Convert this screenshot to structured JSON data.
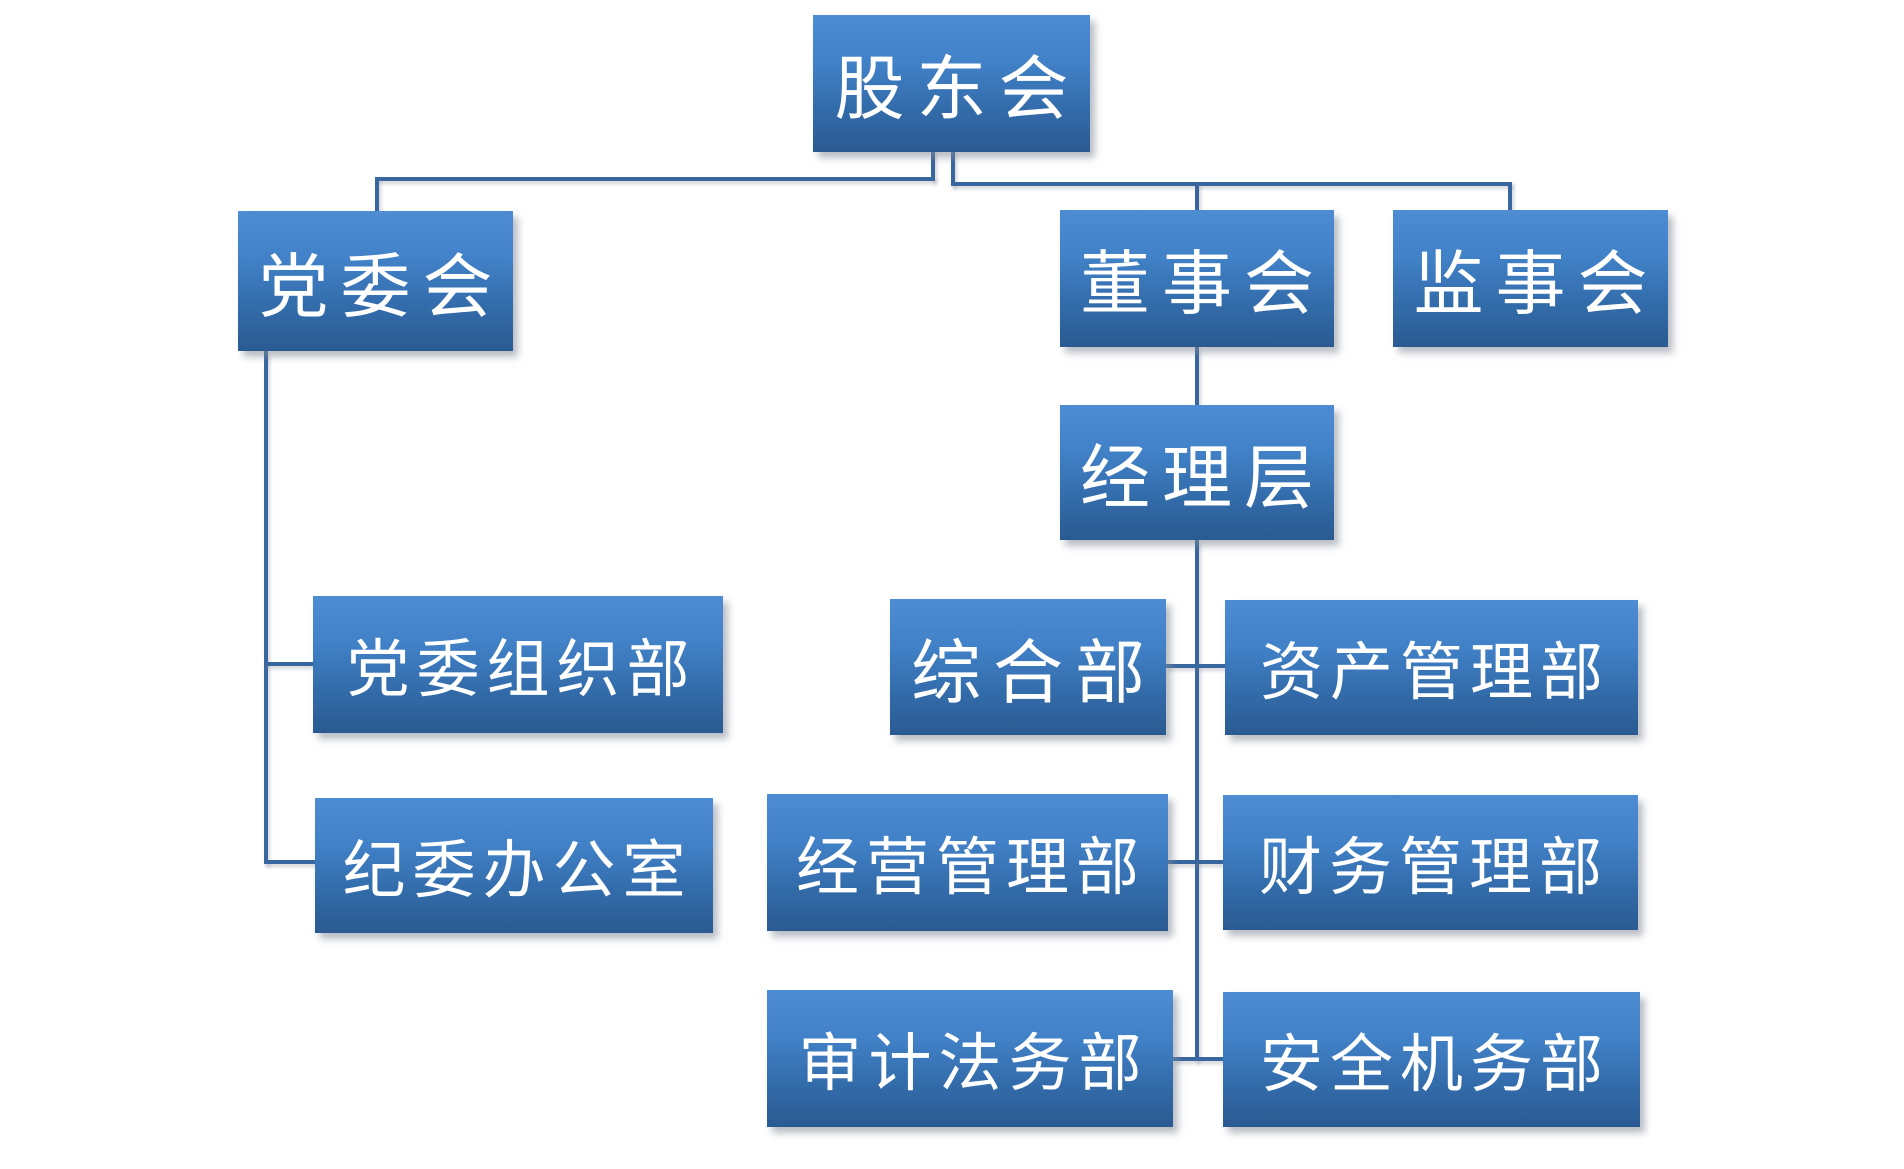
{
  "diagram": {
    "type": "org-chart",
    "background_color": "#ffffff"
  },
  "colors": {
    "node_gradient_top": "#4E8CD3",
    "node_gradient_bottom": "#2A5A91",
    "node_text": "#FFFFFF",
    "connector": "#38669F",
    "shadow": "rgba(128,136,150,0.55)"
  },
  "nodes": {
    "shareholders": {
      "label": "股东会"
    },
    "party_committee": {
      "label": "党委会"
    },
    "board": {
      "label": "董事会"
    },
    "supervisory": {
      "label": "监事会"
    },
    "management": {
      "label": "经理层"
    },
    "party_org_dept": {
      "label": "党委组织部"
    },
    "general_dept": {
      "label": "综合部"
    },
    "asset_mgmt_dept": {
      "label": "资产管理部"
    },
    "discipline_office": {
      "label": "纪委办公室"
    },
    "operations_mgmt_dept": {
      "label": "经营管理部"
    },
    "finance_mgmt_dept": {
      "label": "财务管理部"
    },
    "audit_legal_dept": {
      "label": "审计法务部"
    },
    "safety_maintenance_dept": {
      "label": "安全机务部"
    }
  },
  "hierarchy": [
    {
      "parent": "股东会",
      "children": [
        "党委会",
        "董事会",
        "监事会"
      ]
    },
    {
      "parent": "党委会",
      "children": [
        "党委组织部",
        "纪委办公室"
      ]
    },
    {
      "parent": "董事会",
      "children": [
        "经理层"
      ]
    },
    {
      "parent": "经理层",
      "children": [
        "综合部",
        "资产管理部",
        "经营管理部",
        "财务管理部",
        "审计法务部",
        "安全机务部"
      ]
    }
  ]
}
